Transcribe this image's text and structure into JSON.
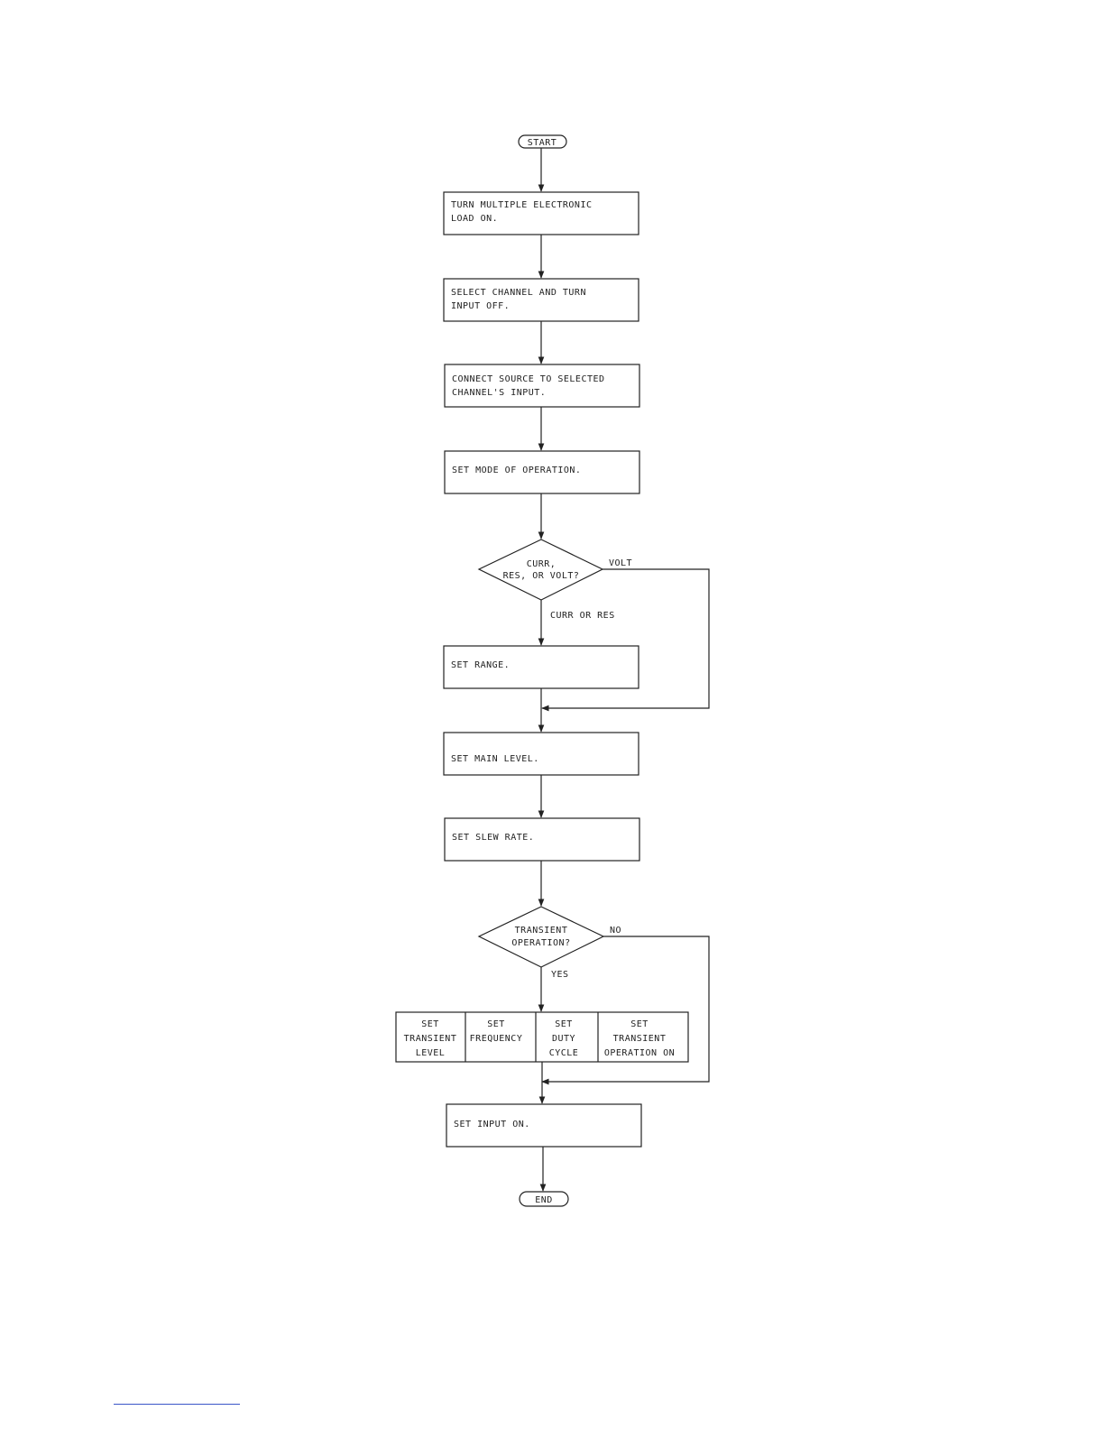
{
  "terminals": {
    "start": "START",
    "end": "END"
  },
  "steps": {
    "power_on": [
      "TURN MULTIPLE ELECTRONIC",
      "LOAD ON."
    ],
    "select_channel": [
      "SELECT CHANNEL AND TURN",
      "INPUT OFF."
    ],
    "connect_source": [
      "CONNECT SOURCE TO SELECTED",
      "CHANNEL'S INPUT."
    ],
    "set_mode": "SET MODE OF OPERATION.",
    "set_range": "SET RANGE.",
    "set_main_level": "SET MAIN LEVEL.",
    "set_slew_rate": "SET SLEW RATE.",
    "set_input_on": "SET INPUT ON."
  },
  "decisions": {
    "mode": {
      "question": [
        "CURR,",
        "RES, OR VOLT?"
      ],
      "branch_right": "VOLT",
      "branch_down": "CURR OR RES"
    },
    "transient": {
      "question": [
        "TRANSIENT",
        "OPERATION?"
      ],
      "branch_right": "NO",
      "branch_down": "YES"
    }
  },
  "transient_steps": [
    [
      "SET",
      "TRANSIENT",
      "LEVEL"
    ],
    [
      "SET",
      "FREQUENCY"
    ],
    [
      "SET",
      "DUTY",
      "CYCLE"
    ],
    [
      "SET",
      "TRANSIENT",
      "OPERATION ON"
    ]
  ]
}
